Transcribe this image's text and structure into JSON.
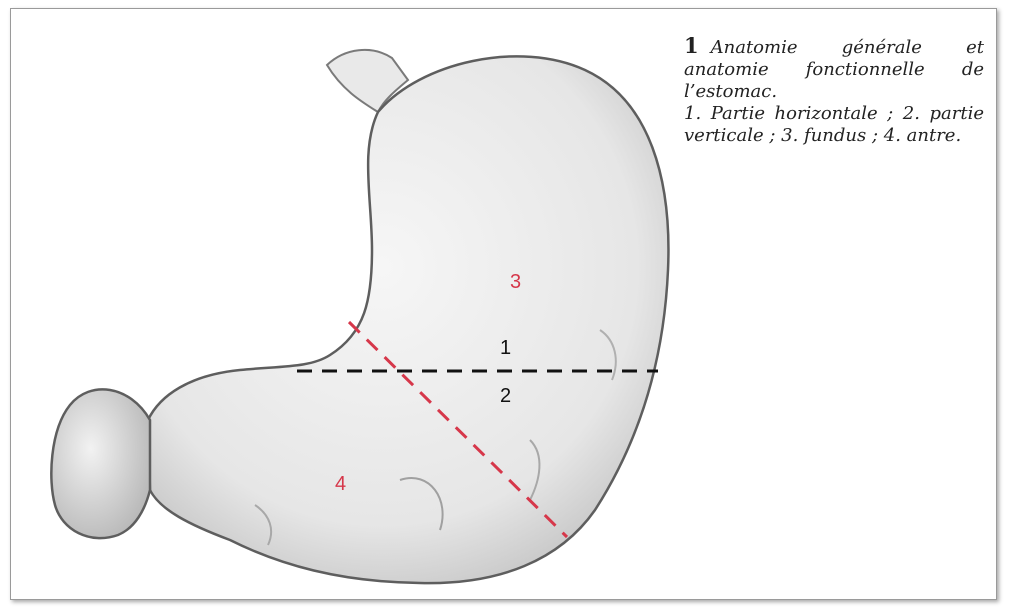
{
  "figure": {
    "number": "1",
    "caption_title": "Anatomie générale et anatomie fonctionnelle de l’estomac.",
    "caption_legend": "1. Partie horizontale ; 2. partie verticale ; 3. fundus ; 4. antre."
  },
  "labels": {
    "l1": "1",
    "l2": "2",
    "l3": "3",
    "l4": "4"
  },
  "colors": {
    "red": "#d6374a",
    "black": "#111111"
  }
}
